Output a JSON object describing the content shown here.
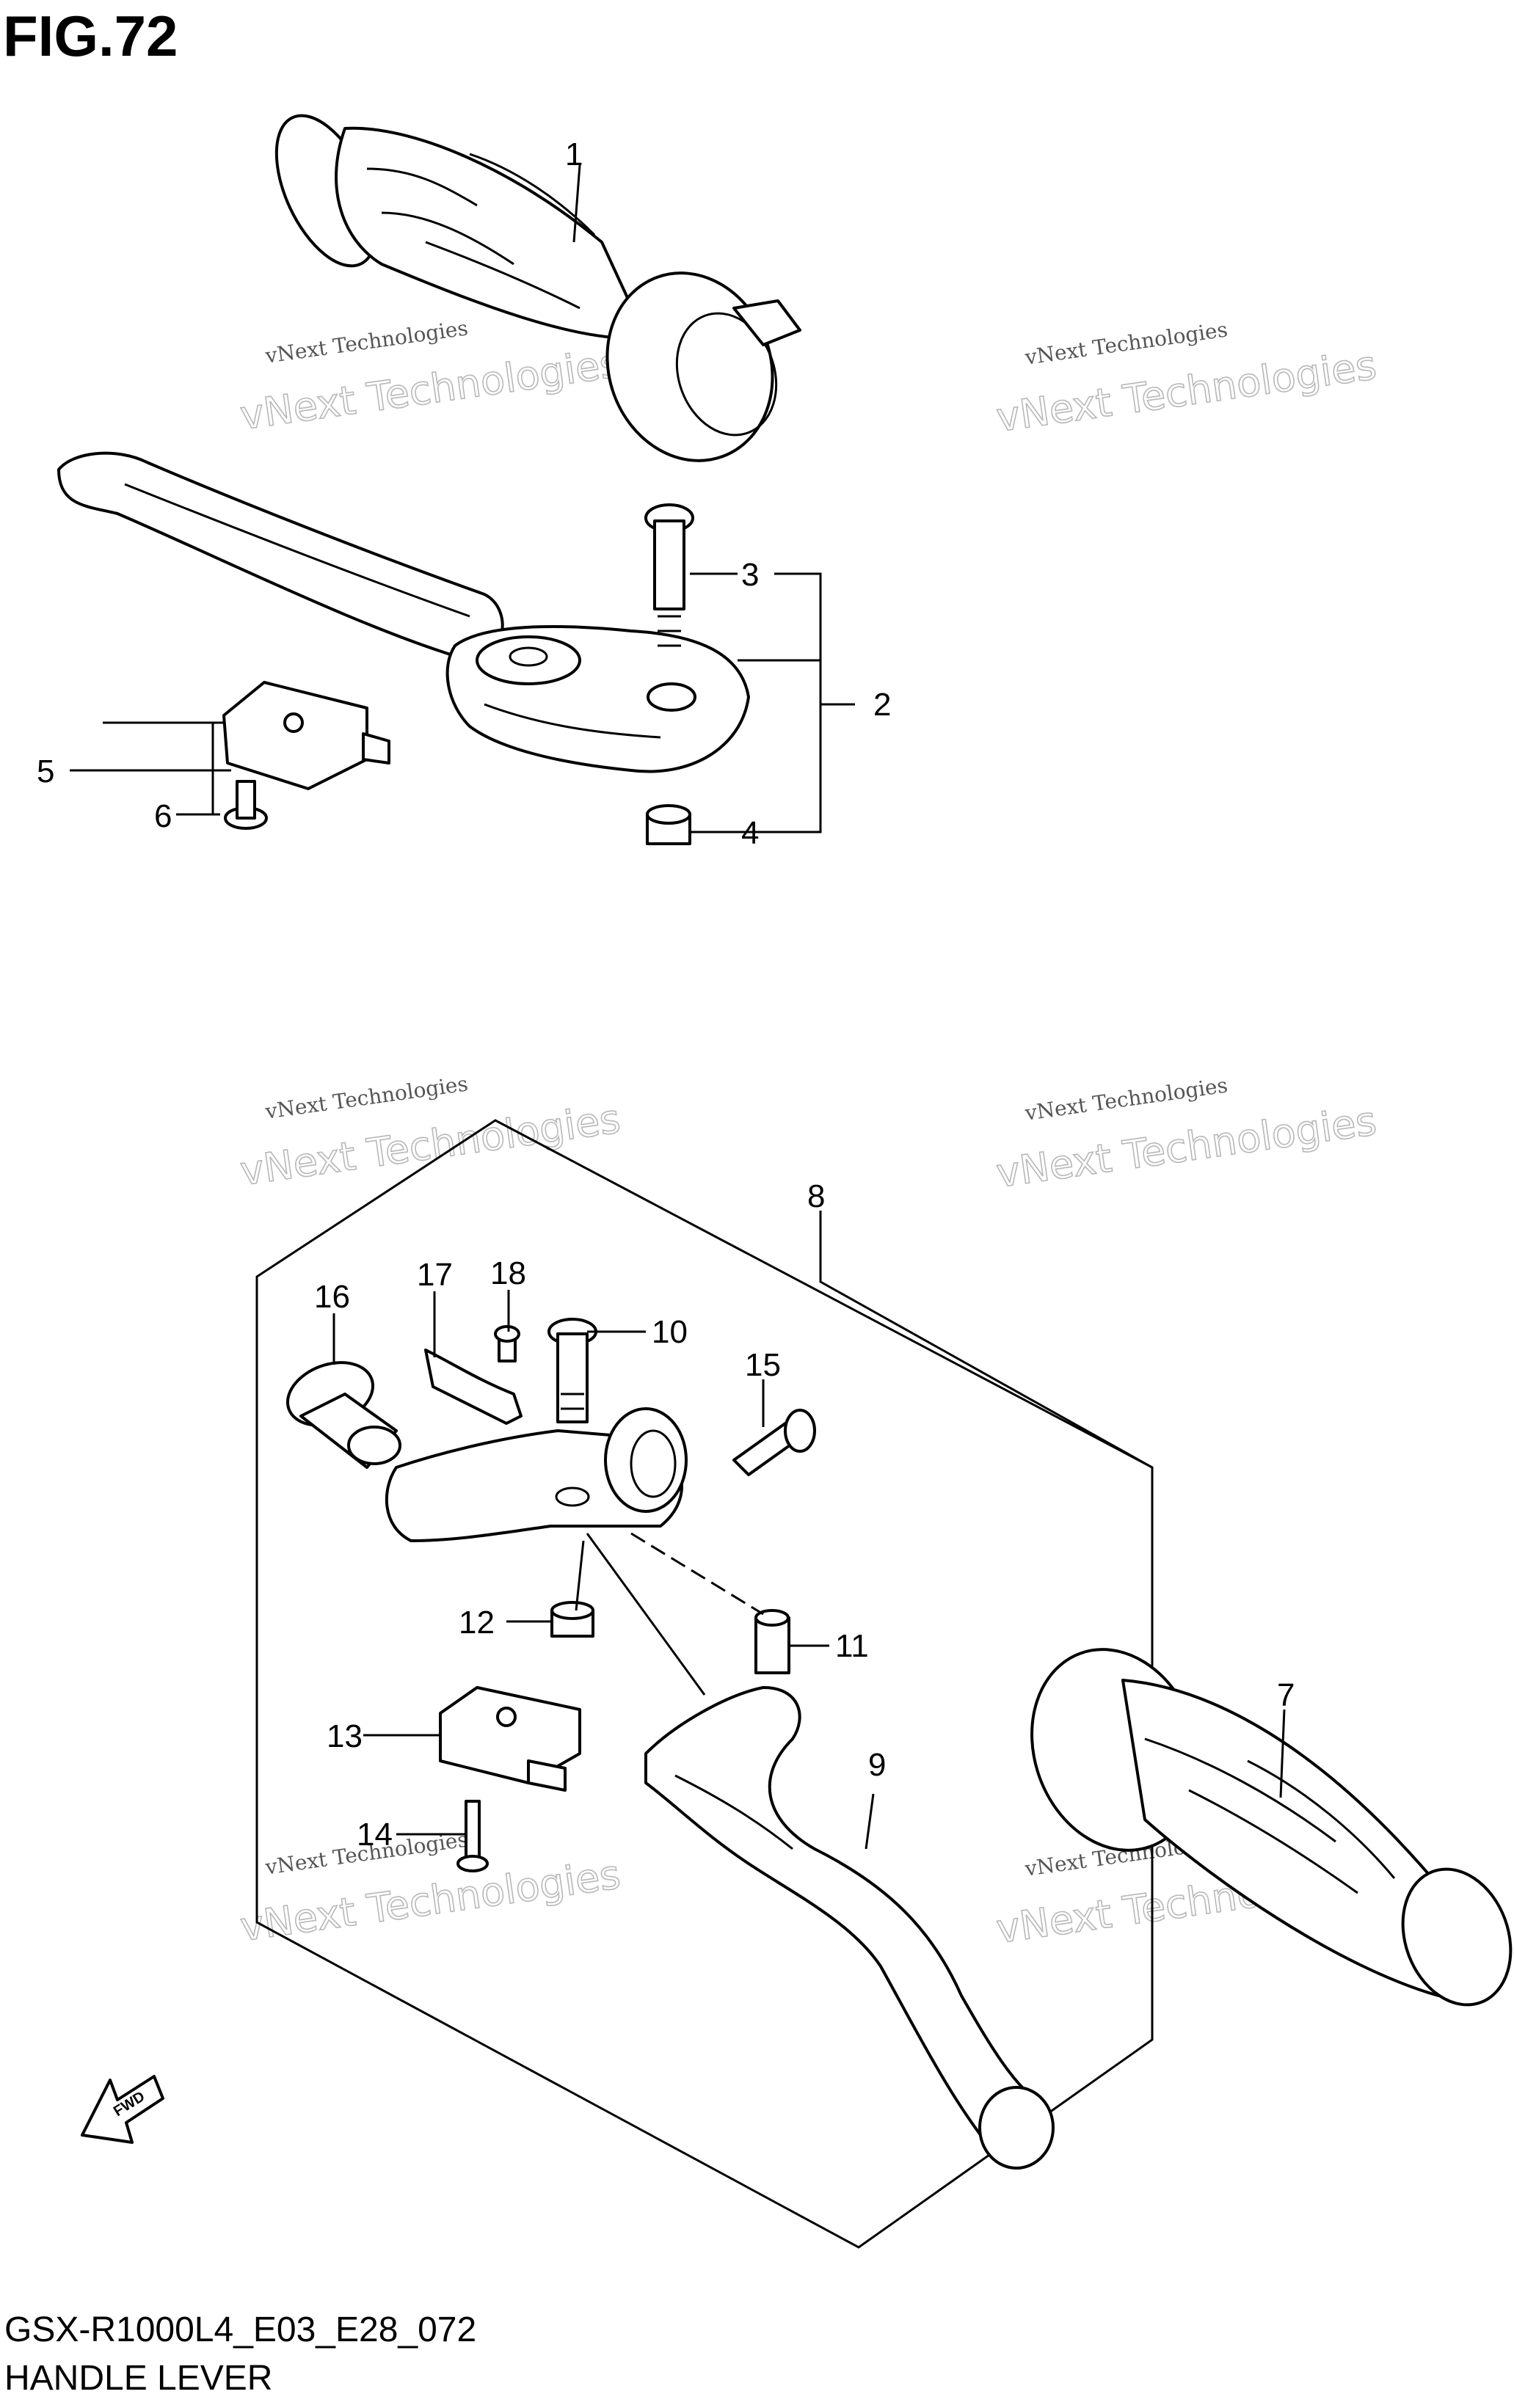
{
  "figure": {
    "title": "FIG.72",
    "code": "GSX-R1000L4_E03_E28_072",
    "name": "HANDLE LEVER"
  },
  "watermark": {
    "line1": "vNext Technologies",
    "line2": "vNext Technologies"
  },
  "callouts": {
    "c1": "1",
    "c2": "2",
    "c3": "3",
    "c4": "4",
    "c5": "5",
    "c6": "6",
    "c7": "7",
    "c8": "8",
    "c9": "9",
    "c10": "10",
    "c11": "11",
    "c12": "12",
    "c13": "13",
    "c14": "14",
    "c15": "15",
    "c16": "16",
    "c17": "17",
    "c18": "18"
  },
  "direction_marker": {
    "label": "FWD",
    "icon": "fwd-arrow-icon"
  }
}
